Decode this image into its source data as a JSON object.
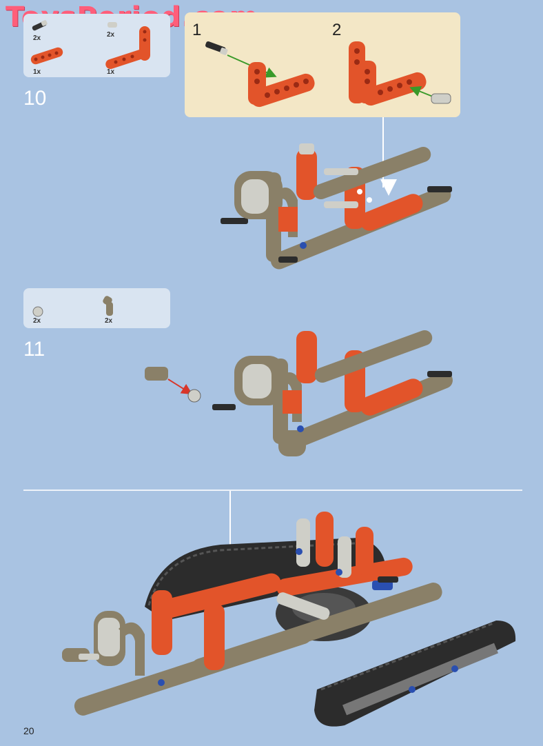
{
  "watermark": "ToysPeriod.com",
  "page_number": "20",
  "step10": {
    "number": "10",
    "parts": [
      {
        "qty": "2x",
        "icon": "axle-pin-icon"
      },
      {
        "qty": "2x",
        "icon": "axle-pin-icon"
      },
      {
        "qty": "1x",
        "icon": "straight-beam-icon"
      },
      {
        "qty": "1x",
        "icon": "l-beam-icon"
      }
    ],
    "substeps": [
      "1",
      "2"
    ]
  },
  "step11": {
    "number": "11",
    "parts": [
      {
        "qty": "2x",
        "icon": "bush-icon"
      },
      {
        "qty": "2x",
        "icon": "angle-connector-icon"
      }
    ]
  },
  "colors": {
    "background": "#a9c3e2",
    "callout": "#f3e7c6",
    "parts_box": "#d9e4f1",
    "orange": "#e2542a",
    "tan": "#8a8068",
    "dark": "#2c2c2c",
    "light_bluish_gray": "#cfcfc8",
    "watermark": "#ff5e7a",
    "arrow_green": "#3a9a2a",
    "arrow_red": "#d8362a"
  }
}
